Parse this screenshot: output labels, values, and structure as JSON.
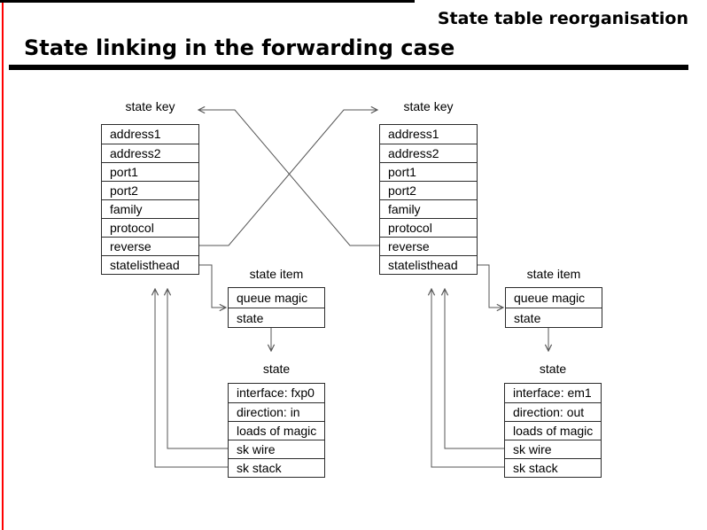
{
  "slide": {
    "header": "State table reorganisation",
    "title": "State linking in the forwarding case"
  },
  "colors": {
    "accent_red": "#ff0000",
    "line_black": "#000000",
    "connector_gray": "#555555"
  },
  "diagram": {
    "left_key": {
      "label": "state key",
      "rows": [
        "address1",
        "address2",
        "port1",
        "port2",
        "family",
        "protocol",
        "reverse",
        "statelisthead"
      ]
    },
    "right_key": {
      "label": "state key",
      "rows": [
        "address1",
        "address2",
        "port1",
        "port2",
        "family",
        "protocol",
        "reverse",
        "statelisthead"
      ]
    },
    "left_item": {
      "label": "state item",
      "rows": [
        "queue magic",
        "state"
      ]
    },
    "right_item": {
      "label": "state item",
      "rows": [
        "queue magic",
        "state"
      ]
    },
    "left_state": {
      "label": "state",
      "rows": [
        "interface: fxp0",
        "direction: in",
        "loads of magic",
        "sk wire",
        "sk stack"
      ]
    },
    "right_state": {
      "label": "state",
      "rows": [
        "interface: em1",
        "direction: out",
        "loads of magic",
        "sk wire",
        "sk stack"
      ]
    }
  }
}
